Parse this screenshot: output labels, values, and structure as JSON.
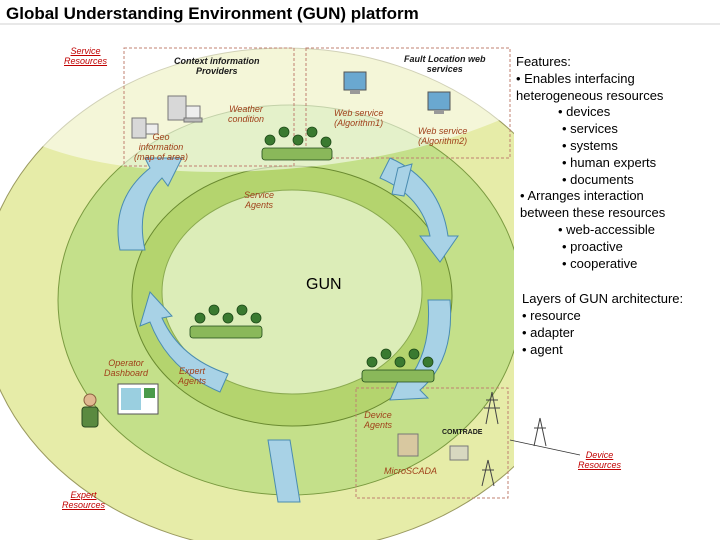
{
  "title": "Global Understanding Environment (GUN) platform",
  "labels": {
    "service_resources": [
      "Service",
      "Resources"
    ],
    "context_info": [
      "Context information",
      "Providers"
    ],
    "fault_location": [
      "Fault Location web",
      "services"
    ],
    "weather": [
      "Weather",
      "condition"
    ],
    "web_service_1": [
      "Web service",
      "(Algorithm1)"
    ],
    "web_service_2": [
      "Web service",
      "(Algorithm2)"
    ],
    "geo_info": [
      "Geo",
      "information",
      "(map of area)"
    ],
    "service_agents": [
      "Service",
      "Agents"
    ],
    "gun": "GUN",
    "operator_dashboard": [
      "Operator",
      "Dashboard"
    ],
    "expert_agents": [
      "Expert",
      "Agents"
    ],
    "device_agents": [
      "Device",
      "Agents"
    ],
    "comtrade": "COMTRADE",
    "microscada": "MicroSCADA",
    "device_resources": [
      "Device",
      "Resources"
    ],
    "expert_resources": [
      "Expert",
      "Resources"
    ]
  },
  "features": [
    "Features:",
    "• Enables interfacing",
    "heterogeneous resources",
    "• devices",
    "• services",
    "• systems",
    "• human experts",
    "• documents",
    "• Arranges interaction",
    "between these resources",
    "• web-accessible",
    "• proactive",
    "• cooperative"
  ],
  "layers": [
    "Layers of GUN architecture:",
    "• resource",
    "• adapter",
    "• agent"
  ],
  "colors": {
    "outer_ring": "#e6eca8",
    "mid_ring": "#c4e08a",
    "inner_ring": "#b4d46e",
    "gun_disc": "#dcedb8",
    "arrow": "#a8d2e6",
    "label_brown": "#a0401a"
  }
}
